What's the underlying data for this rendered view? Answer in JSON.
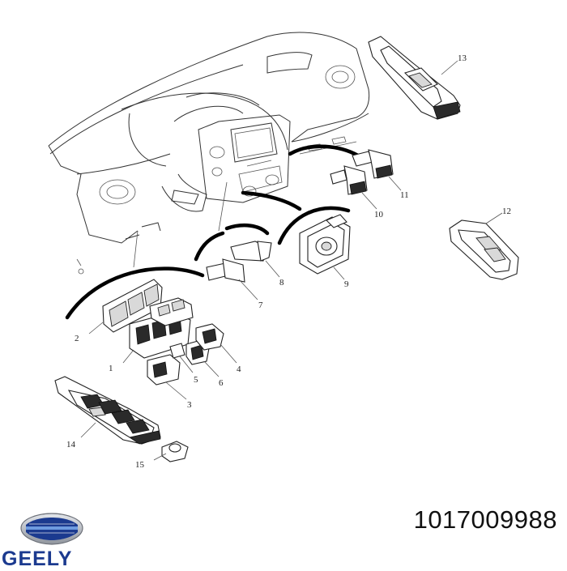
{
  "diagram": {
    "callouts": [
      {
        "id": "1",
        "label": "1"
      },
      {
        "id": "2",
        "label": "2"
      },
      {
        "id": "3",
        "label": "3"
      },
      {
        "id": "4",
        "label": "4"
      },
      {
        "id": "5",
        "label": "5"
      },
      {
        "id": "6",
        "label": "6"
      },
      {
        "id": "7",
        "label": "7"
      },
      {
        "id": "8",
        "label": "8"
      },
      {
        "id": "9",
        "label": "9"
      },
      {
        "id": "10",
        "label": "10"
      },
      {
        "id": "11",
        "label": "11"
      },
      {
        "id": "12",
        "label": "12"
      },
      {
        "id": "13",
        "label": "13"
      },
      {
        "id": "14",
        "label": "14"
      },
      {
        "id": "15",
        "label": "15"
      }
    ]
  },
  "footer": {
    "brand": "GEELY",
    "part_number": "1017009988"
  },
  "colors": {
    "brand_blue": "#1b3a8f",
    "logo_silver": "#b8bcc4"
  }
}
